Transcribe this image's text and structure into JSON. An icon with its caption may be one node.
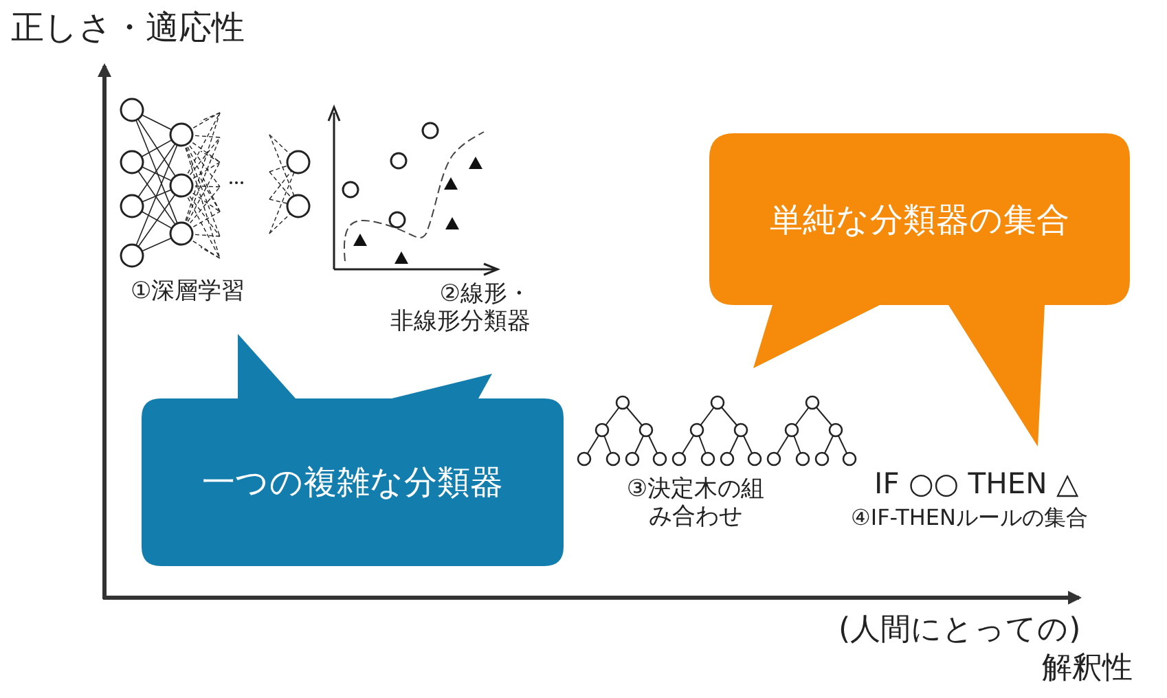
{
  "diagram": {
    "nodes": [
      {
        "text": [
          "一つの複雑な分類器"
        ]
      },
      {
        "text": [
          "単純な分類器の集合"
        ]
      }
    ],
    "labels": [
      "正しさ・適応性",
      "①深層学習",
      "②線形・非線形分類器",
      "③決定木の組み合わせ",
      "IF ○○ THEN △",
      "④IF-THENルールの集合",
      "(人間にとっての)",
      "解釈性"
    ]
  }
}
